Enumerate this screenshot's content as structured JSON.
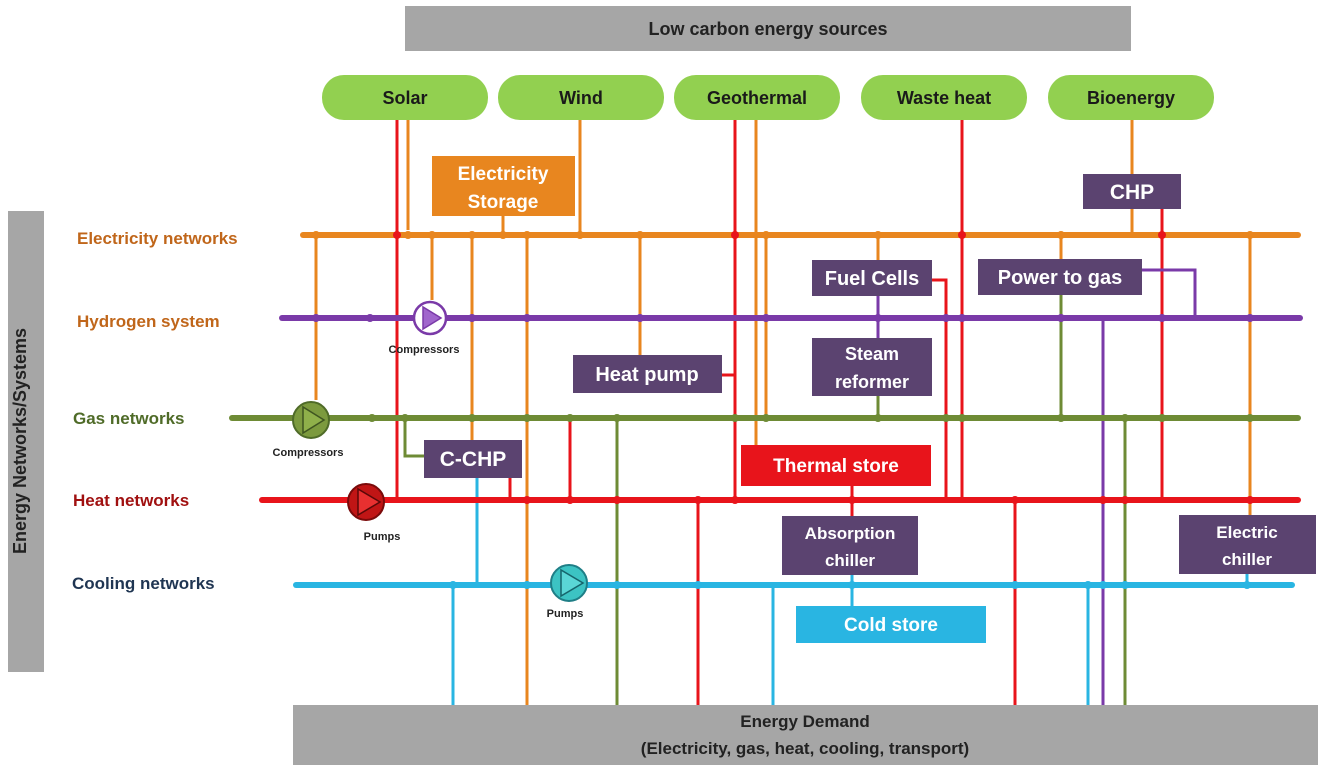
{
  "top_bar": {
    "label": "Low carbon energy sources"
  },
  "side_bar": {
    "label": "Energy Networks/Systems"
  },
  "bottom_bar": {
    "line1": "Energy Demand",
    "line2": "(Electricity, gas, heat, cooling, transport)"
  },
  "sources": [
    "Solar",
    "Wind",
    "Geothermal",
    "Waste heat",
    "Bioenergy"
  ],
  "networks": {
    "electricity": "Electricity networks",
    "hydrogen": "Hydrogen system",
    "gas": "Gas networks",
    "heat": "Heat networks",
    "cooling": "Cooling networks"
  },
  "components": {
    "electricity_storage": [
      "Electricity",
      "Storage"
    ],
    "chp": "CHP",
    "fuel_cells": "Fuel Cells",
    "power_to_gas": "Power to gas",
    "heat_pump": "Heat pump",
    "steam_reformer": [
      "Steam",
      "reformer"
    ],
    "c_chp": "C-CHP",
    "thermal_store": "Thermal store",
    "absorption_chiller": [
      "Absorption",
      "chiller"
    ],
    "electric_chiller": [
      "Electric",
      "chiller"
    ],
    "cold_store": "Cold store"
  },
  "devices": {
    "h2_compressor": "Compressors",
    "gas_compressor": "Compressors",
    "heat_pump_device": "Pumps",
    "cooling_pump_device": "Pumps"
  },
  "colors": {
    "electricity": "#e8861f",
    "hydrogen": "#7a3aa8",
    "gas": "#6e8b35",
    "heat": "#e8141b",
    "cooling": "#29b5e2",
    "source_fill": "#92d050",
    "component_fill": "#5b4370",
    "bar_fill": "#a6a6a6",
    "electricity_label": "#c0661a",
    "gas_label": "#4f6b28",
    "heat_label": "#a01010",
    "cooling_label": "#1f3552"
  }
}
